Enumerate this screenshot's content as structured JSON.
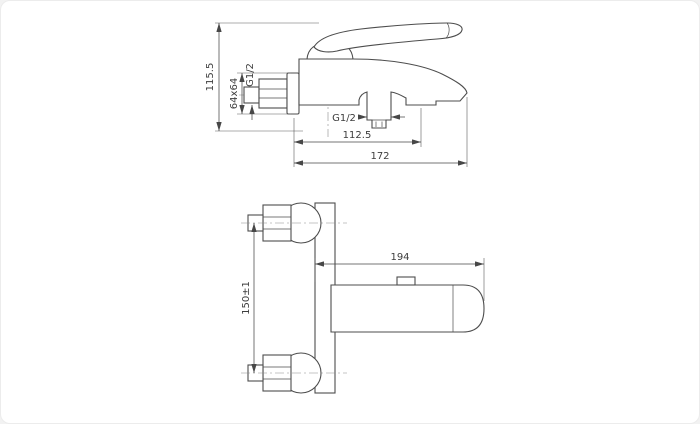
{
  "drawing": {
    "type": "technical-dimension-drawing",
    "subject": "wall-mounted single-lever bath mixer faucet, two orthographic views",
    "line_color": "#4d4d4d",
    "dim_color": "#474747",
    "background": "#ffffff"
  },
  "side_view": {
    "dims": {
      "overall_height": "115.5",
      "escutcheon_size": "64x64",
      "inlet_thread": "G1/2",
      "outlet_thread": "G1/2",
      "wall_to_spout_outlet": "112.5",
      "overall_depth": "172"
    }
  },
  "front_view": {
    "dims": {
      "body_length": "194",
      "inlet_spacing": "150±1"
    }
  }
}
